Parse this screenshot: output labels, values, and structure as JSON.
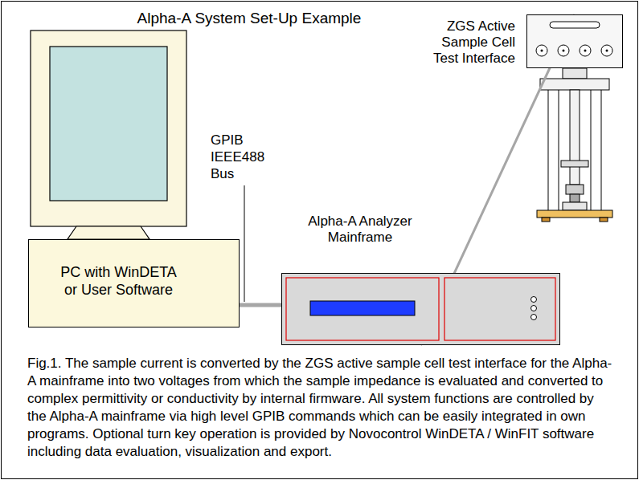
{
  "diagram": {
    "title": "Alpha-A System Set-Up Example",
    "caption": "Fig.1. The sample current is converted by the ZGS active sample cell test interface for the Alpha-A mainframe into two voltages from which the sample impedance is evaluated and converted to complex permittivity or conductivity by internal firmware. All system functions are controlled by the Alpha-A mainframe via high level GPIB commands which can be easily integrated in own programs. Optional turn key operation is provided by Novocontrol WinDETA / WinFIT software including data evaluation, visualization and export.",
    "nodes": [
      {
        "text": [
          "PC with WinDETA or User Software"
        ]
      },
      {
        "text": [
          "Alpha-A Analyzer Mainframe"
        ]
      },
      {
        "text": [
          "ZGS Active Sample Cell Test Interface"
        ]
      }
    ],
    "edges": [
      {
        "from": 0,
        "to": 1,
        "arrow": "none"
      },
      {
        "from": 1,
        "to": 2,
        "arrow": "none"
      }
    ],
    "labels": [
      "GPIB IEEE488 Bus"
    ]
  }
}
